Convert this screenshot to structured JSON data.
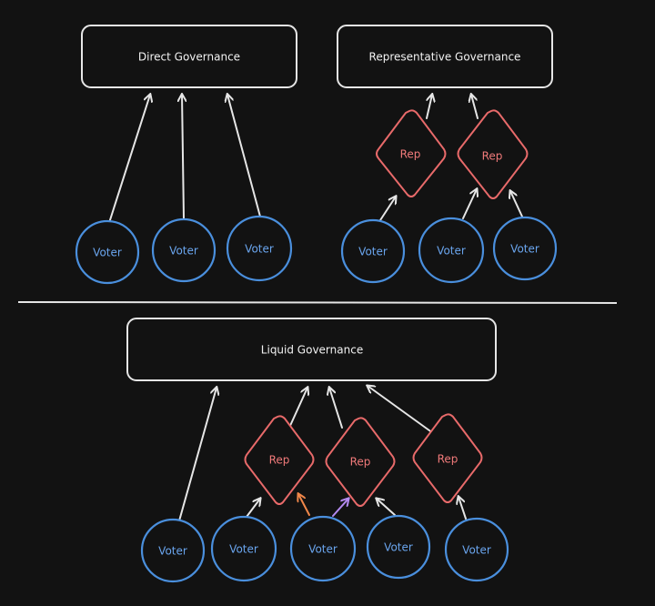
{
  "governance": {
    "direct": "Direct Governance",
    "representative": "Representative Governance",
    "liquid": "Liquid Governance"
  },
  "labels": {
    "voter": "Voter",
    "rep": "Rep"
  },
  "colors": {
    "background": "#121212",
    "box_stroke": "#e6e6e6",
    "voter": "#4a8fdd",
    "rep": "#e86a6a",
    "delegation_orange": "#f0874a",
    "delegation_purple": "#b48af0"
  }
}
